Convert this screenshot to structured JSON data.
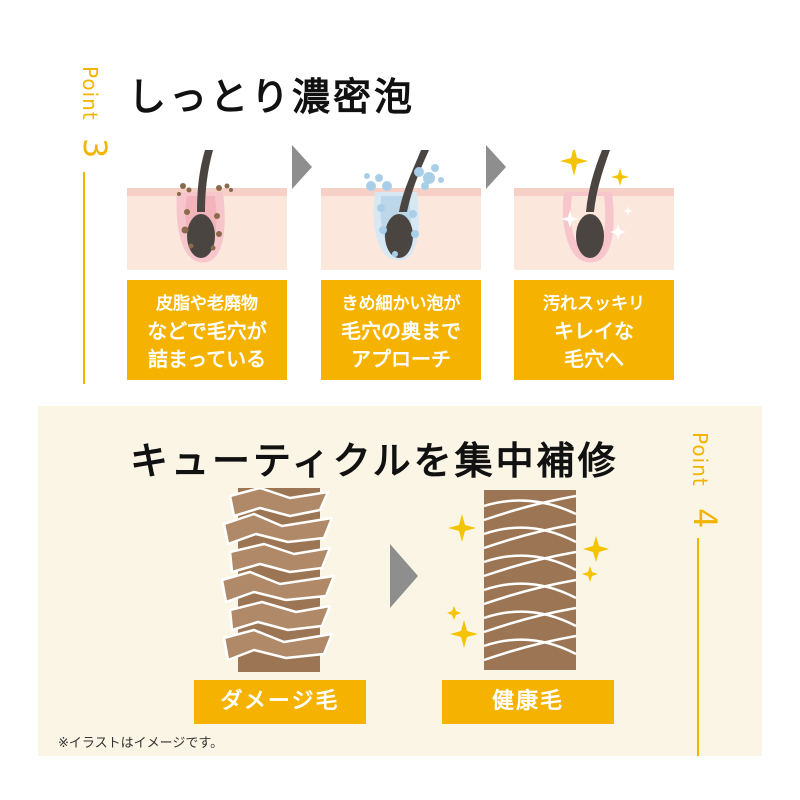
{
  "point3": {
    "point_word": "Point",
    "number": "3",
    "title": "しっとり濃密泡"
  },
  "steps": [
    {
      "line1": "皮脂や老廃物",
      "line2": "などで毛穴が",
      "line3": "詰まっている"
    },
    {
      "line1": "きめ細かい泡が",
      "line2": "毛穴の奥まで",
      "line3": "アプローチ"
    },
    {
      "line1": "汚れスッキリ",
      "line2": "キレイな",
      "line3": "毛穴へ"
    }
  ],
  "point4": {
    "point_word": "Point",
    "number": "4",
    "title": "キューティクルを集中補修"
  },
  "damaged_label": "ダメージ毛",
  "healthy_label": "健康毛",
  "note": "※イラストはイメージです。",
  "colors": {
    "accent": "#f5b300",
    "skin": "#fbe7dc",
    "hair": "#4a4540",
    "cuticle": "#9c7654"
  }
}
